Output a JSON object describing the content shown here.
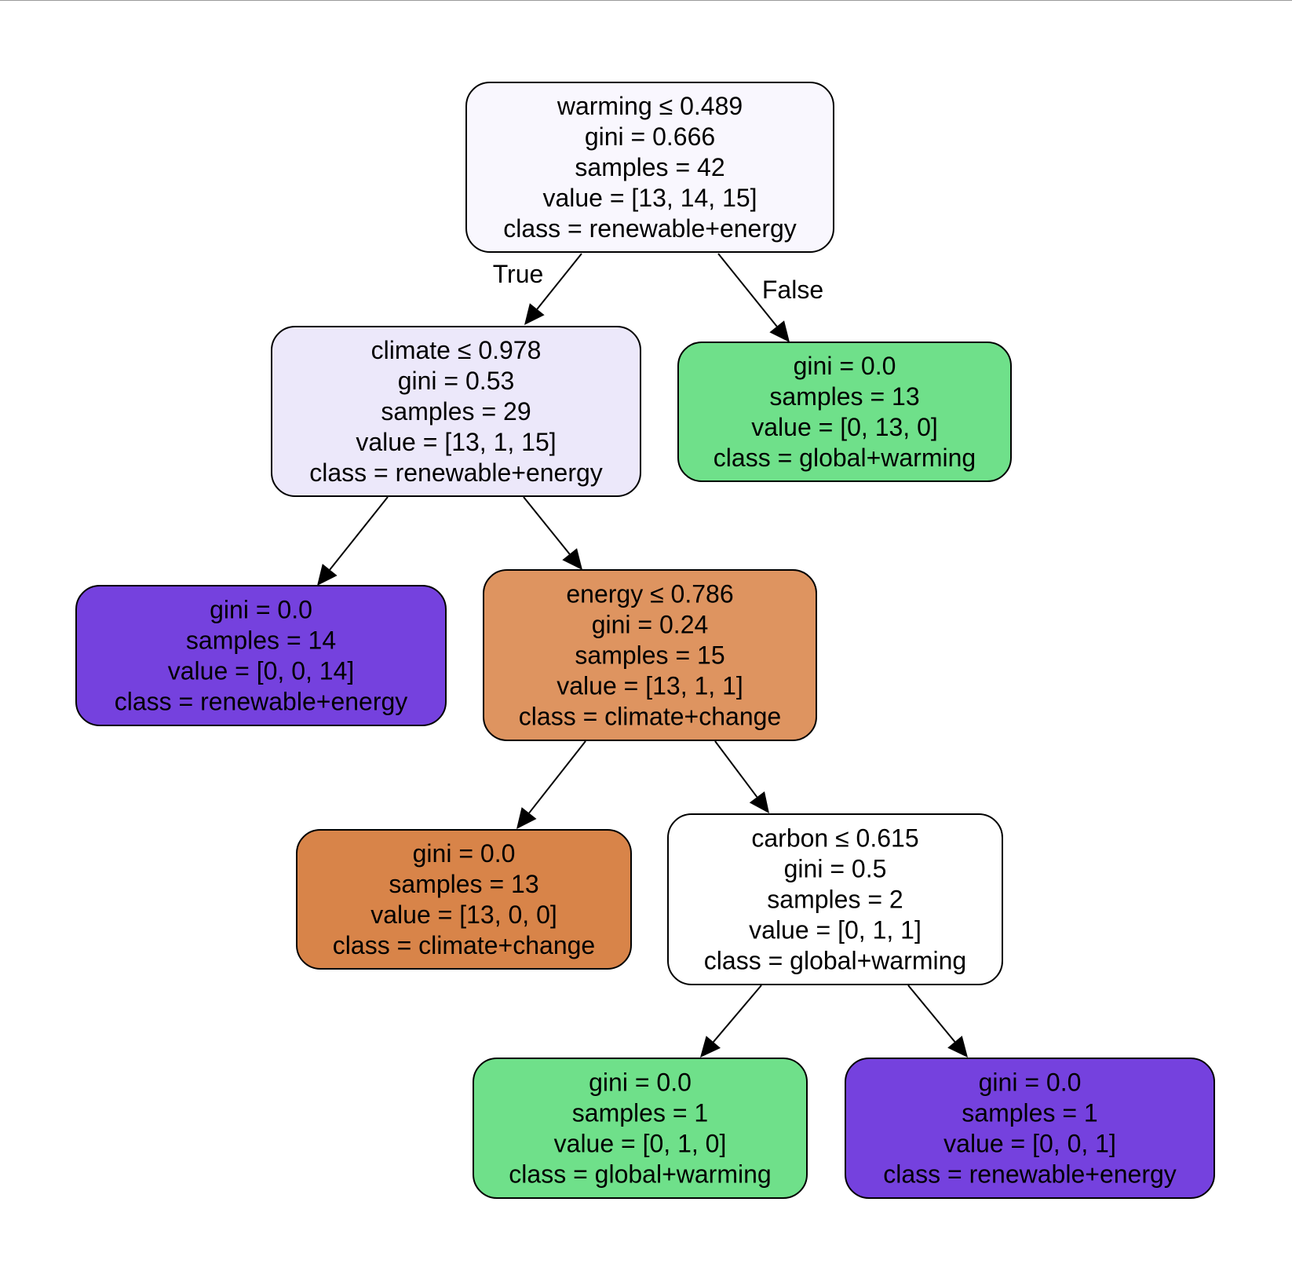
{
  "edge_labels": {
    "true_label": "True",
    "false_label": "False"
  },
  "nodes": [
    {
      "id": "root",
      "lines": [
        "warming ≤ 0.489",
        "gini = 0.666",
        "samples = 42",
        "value = [13, 14, 15]",
        "class = renewable+energy"
      ],
      "fill": "#f9f7fe"
    },
    {
      "id": "n1",
      "lines": [
        "climate ≤ 0.978",
        "gini = 0.53",
        "samples = 29",
        "value = [13, 1, 15]",
        "class = renewable+energy"
      ],
      "fill": "#ece8fa"
    },
    {
      "id": "n2",
      "lines": [
        "gini = 0.0",
        "samples = 13",
        "value = [0, 13, 0]",
        "class = global+warming"
      ],
      "fill": "#6fe08a"
    },
    {
      "id": "n3",
      "lines": [
        "gini = 0.0",
        "samples = 14",
        "value = [0, 0, 14]",
        "class = renewable+energy"
      ],
      "fill": "#7541de"
    },
    {
      "id": "n4",
      "lines": [
        "energy ≤ 0.786",
        "gini = 0.24",
        "samples = 15",
        "value = [13, 1, 1]",
        "class = climate+change"
      ],
      "fill": "#de9460"
    },
    {
      "id": "n5",
      "lines": [
        "gini = 0.0",
        "samples = 13",
        "value = [13, 0, 0]",
        "class = climate+change"
      ],
      "fill": "#d88449"
    },
    {
      "id": "n6",
      "lines": [
        "carbon ≤ 0.615",
        "gini = 0.5",
        "samples = 2",
        "value = [0, 1, 1]",
        "class = global+warming"
      ],
      "fill": "#ffffff"
    },
    {
      "id": "n7",
      "lines": [
        "gini = 0.0",
        "samples = 1",
        "value = [0, 1, 0]",
        "class = global+warming"
      ],
      "fill": "#6fe08a"
    },
    {
      "id": "n8",
      "lines": [
        "gini = 0.0",
        "samples = 1",
        "value = [0, 0, 1]",
        "class = renewable+energy"
      ],
      "fill": "#7541de"
    }
  ],
  "edges": [
    {
      "from": "root",
      "to": "n1"
    },
    {
      "from": "root",
      "to": "n2"
    },
    {
      "from": "n1",
      "to": "n3"
    },
    {
      "from": "n1",
      "to": "n4"
    },
    {
      "from": "n4",
      "to": "n5"
    },
    {
      "from": "n4",
      "to": "n6"
    },
    {
      "from": "n6",
      "to": "n7"
    },
    {
      "from": "n6",
      "to": "n8"
    }
  ]
}
